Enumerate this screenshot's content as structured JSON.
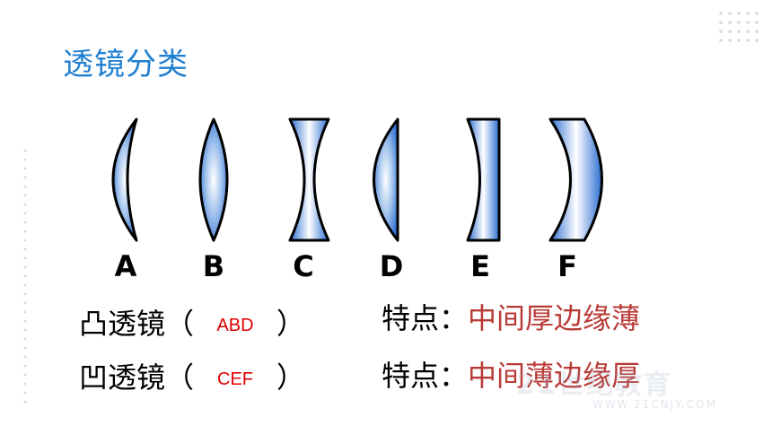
{
  "title": "透镜分类",
  "lens_labels": [
    "A",
    "B",
    "C",
    "D",
    "E",
    "F"
  ],
  "convex_row": {
    "label": "凸透镜（",
    "answer": "ABD",
    "close": "）"
  },
  "concave_row": {
    "label": "凹透镜（",
    "answer": "CEF",
    "close": "）"
  },
  "convex_feature": {
    "label": "特点：",
    "value": "中间厚边缘薄"
  },
  "concave_feature": {
    "label": "特点：",
    "value": "中间薄边缘厚"
  },
  "watermark": "21世纪教育",
  "watermark_url": "WWW.21CNJY.COM",
  "colors": {
    "title": "#1f7fd0",
    "answer": "#e00000",
    "feature": "#b83a36",
    "lens_edge": "#2a6fd0"
  }
}
